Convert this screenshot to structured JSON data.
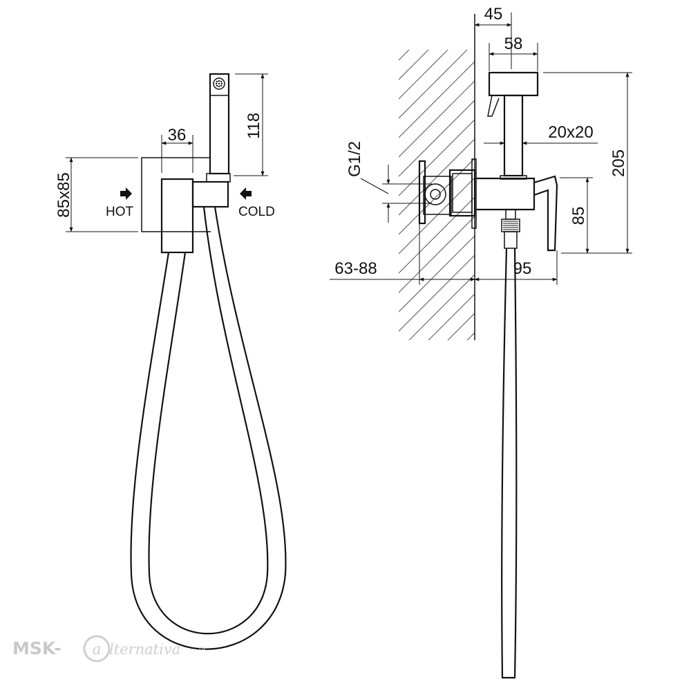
{
  "front_view": {
    "dims": {
      "width_36": "36",
      "height_118": "118",
      "size_85x85": "85x85"
    },
    "labels": {
      "hot": "HOT",
      "cold": "COLD"
    }
  },
  "side_view": {
    "dims": {
      "d45": "45",
      "d58": "58",
      "d20x20": "20x20",
      "d205": "205",
      "dG12": "G1/2",
      "d85": "85",
      "d63_88": "63-88",
      "d95": "95"
    }
  },
  "watermark": {
    "brand": "MSK-",
    "script": "lternativa",
    "domain": ".ru"
  }
}
